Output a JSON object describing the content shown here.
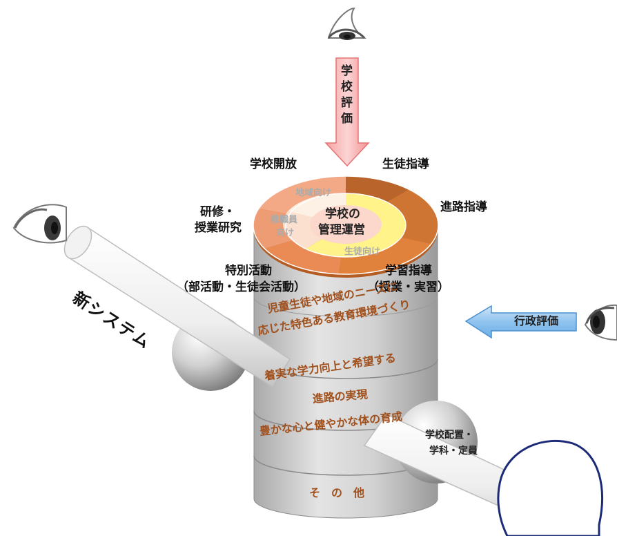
{
  "top_arrow": {
    "label": "学校評価"
  },
  "right_arrow": {
    "label": "行政評価"
  },
  "left_tube": {
    "label": "新システム"
  },
  "bottom_tube": {
    "label_line1": "学校配置・",
    "label_line2": "学科・定員"
  },
  "center": {
    "line1": "学校の",
    "line2": "管理運営"
  },
  "inner_ring": {
    "community": "地域向け",
    "staff_line1": "教職員",
    "staff_line2": "向け",
    "students": "生徒向け"
  },
  "outer_labels": {
    "school_opening": "学校開放",
    "student_guidance": "生徒指導",
    "career_guidance": "進路指導",
    "training_line1": "研修・",
    "training_line2": "授業研究",
    "special_line1": "特別活動",
    "special_line2": "（部活動・生徒会活動）",
    "learning_line1": "学習指導",
    "learning_line2": "（授業・実習）"
  },
  "layers": {
    "layer1_line1": "児童生徒や地域のニーズに",
    "layer1_line2": "応じた特色ある教育環境づくり",
    "layer2_line1": "着実な学力向上と希望する",
    "layer2_line2": "進路の実現",
    "layer3": "豊かな心と健やかな体の育成",
    "layer4": "そ　の　他"
  },
  "colors": {
    "pink_arrow": "#f9a8a8",
    "blue_arrow": "#8fc3ee",
    "ring_orange": "#e6823c",
    "ring_brown": "#c06a2c",
    "center_pink": "#fbd7cc",
    "yellow_ring": "#fff38a",
    "label_brown": "#a0501c"
  }
}
